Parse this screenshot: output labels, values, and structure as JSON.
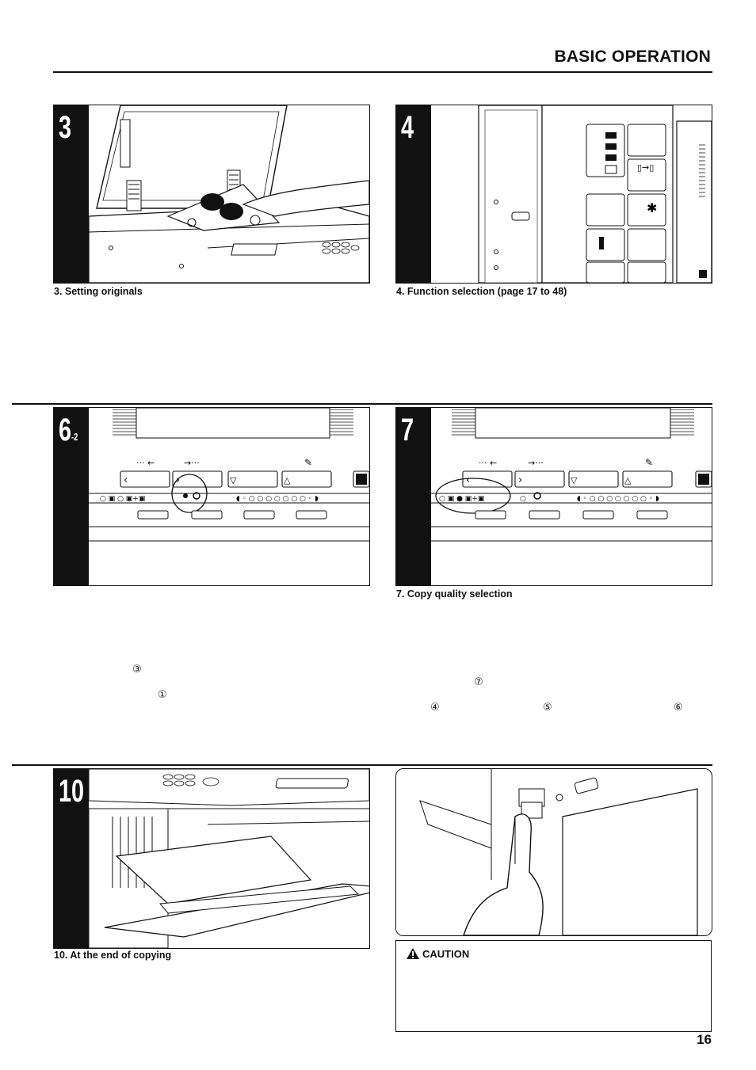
{
  "header": {
    "title": "BASIC OPERATION"
  },
  "steps": [
    {
      "number": "3",
      "sub": "",
      "caption": "3. Setting originals"
    },
    {
      "number": "4",
      "sub": "",
      "caption": "4. Function selection (page 17 to 48)"
    },
    {
      "number": "6",
      "sub": "-2",
      "caption": ""
    },
    {
      "number": "7",
      "sub": "",
      "caption": "7. Copy quality selection"
    },
    {
      "number": "10",
      "sub": "",
      "caption": "10. At the end of copying"
    }
  ],
  "markers": {
    "m3": "③",
    "m1": "①",
    "m7": "⑦",
    "m4": "④",
    "m5": "⑤",
    "m6": "⑥"
  },
  "caution": {
    "label": "CAUTION"
  },
  "page_number": "16"
}
